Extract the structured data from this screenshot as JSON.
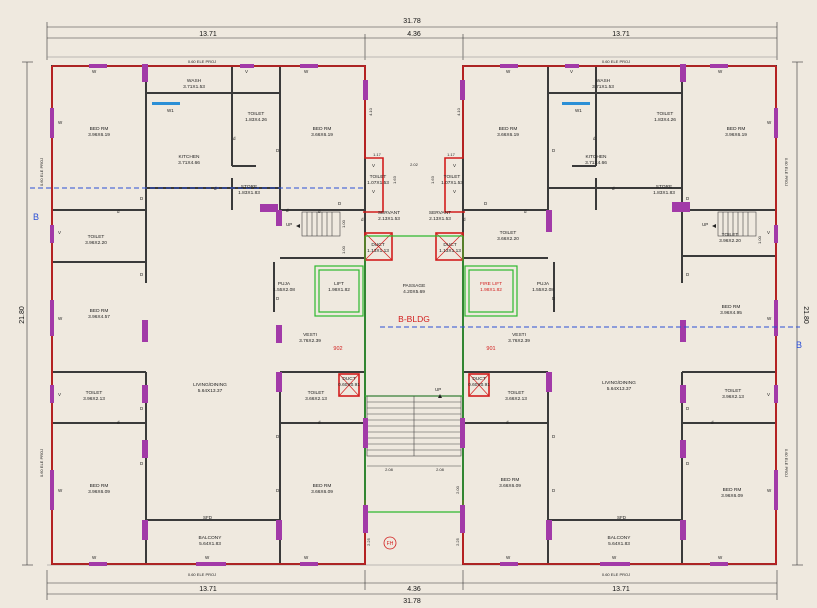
{
  "building_label": "B-BLDG",
  "section_marker": "B",
  "fire_hydrant": "FH",
  "dims": {
    "overall_width": "31.78",
    "wing_width": "13.71",
    "core_width": "4.36",
    "overall_depth": "21.80",
    "shaft_depth": "4.10",
    "shaft_width": "1.17",
    "shaft_height": "1.63",
    "shaft_gap": "2.02",
    "servant_door": "1.00",
    "stair_left": "2.08",
    "stair_right": "2.08",
    "stair_depth": "2.00",
    "entry_depth": "2.25"
  },
  "flats": {
    "left": "902",
    "right": "901"
  },
  "projections": {
    "top": "0.60 ELE PROJ",
    "bottom": "0.60 ELE PROJ",
    "side": "0.60 ELE PROJ"
  },
  "marks": {
    "window": "W",
    "door": "D",
    "door_small": "d",
    "window_one": "W1",
    "vent": "V",
    "up": "UP",
    "sfd": "SFD"
  },
  "rooms": {
    "wash": {
      "name": "WASH",
      "size": "3.71X1.53"
    },
    "toilet_top": {
      "name": "TOILET",
      "size": "1.83X4.26"
    },
    "bed_top_l": {
      "name": "BED RM",
      "size": "3.96X6.19"
    },
    "bed_top_m": {
      "name": "BED RM",
      "size": "3.66X6.19"
    },
    "kitchen": {
      "name": "KITCHEN",
      "size": "3.71X4.66"
    },
    "store": {
      "name": "STORE",
      "size": "1.83X1.83"
    },
    "toilet_sh": {
      "name": "TOILET",
      "size": "1.07X1.53"
    },
    "servant": {
      "name": "SERVANT",
      "size": "2.13X1.53"
    },
    "toilet_side": {
      "name": "TOILET",
      "size": "3.96X2.20"
    },
    "toilet_mid": {
      "name": "TOILET",
      "size": "3.66X2.20"
    },
    "duct": {
      "name": "DUCT",
      "size": "1.13X1.13"
    },
    "puja": {
      "name": "PUJA",
      "size": "1.55X2.08"
    },
    "lift": {
      "name": "LIFT",
      "size": "1.98X1.82"
    },
    "fire_lift": {
      "name": "FIRE LIFT",
      "size": "1.98X1.82"
    },
    "passage": {
      "name": "PASSAGE",
      "size": "4.20X5.69"
    },
    "bed_mid_l": {
      "name": "BED RM",
      "size": "3.96X4.57"
    },
    "bed_mid_r": {
      "name": "BED RM",
      "size": "3.96X4.95"
    },
    "vesti": {
      "name": "VESTI",
      "size": "3.76X2.39"
    },
    "duct_small": {
      "name": "DUCT",
      "size": "0.60X0.91"
    },
    "toilet_low": {
      "name": "TOILET",
      "size": "3.96X2.13"
    },
    "toilet_lm": {
      "name": "TOILET",
      "size": "3.66X2.13"
    },
    "living": {
      "name": "LIVING/DINING",
      "size": "5.64X13.37"
    },
    "bed_bot_l": {
      "name": "BED RM",
      "size": "3.96X6.09"
    },
    "bed_bot_m": {
      "name": "BED RM",
      "size": "3.66X6.09"
    },
    "balcony": {
      "name": "BALCONY",
      "size": "5.64X1.83"
    }
  },
  "colors": {
    "wall": "#3a3a3a",
    "outline": "#d21d1d",
    "opening": "#a23aa8",
    "core": "#2db82d",
    "section": "#2b4fd6",
    "paper": "#efe9df"
  }
}
